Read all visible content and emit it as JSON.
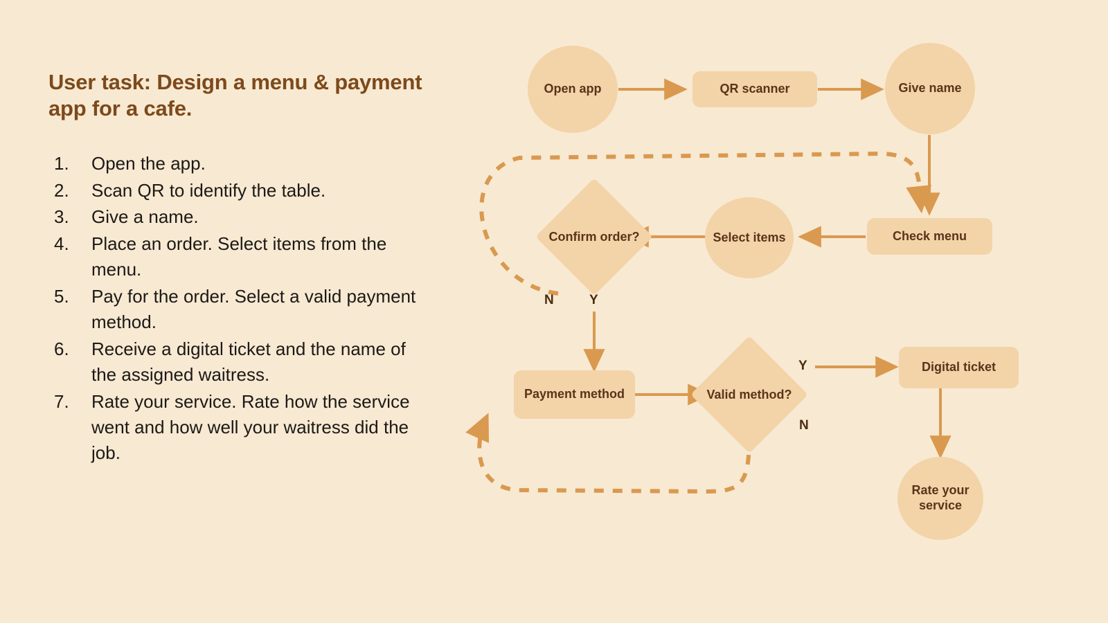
{
  "theme": {
    "background": "#f8e9d2",
    "node_fill": "#f3d3a8",
    "connector": "#d9994f",
    "title_color": "#7c4a1c",
    "node_text_color": "#59341a",
    "body_text_color": "#1c1917"
  },
  "left_panel": {
    "title": "User task: Design a menu & payment app for a cafe.",
    "steps": [
      "Open the app.",
      "Scan QR to identify the table.",
      "Give a name.",
      "Place an order. Select items from the menu.",
      "Pay for the order. Select a valid payment method.",
      "Receive a digital ticket and the name of the assigned waitress.",
      "Rate your service. Rate how the service went and how well your waitress did the job."
    ]
  },
  "flowchart": {
    "type": "flowchart",
    "nodes": [
      {
        "id": "open-app",
        "label": "Open app",
        "shape": "circle"
      },
      {
        "id": "qr-scanner",
        "label": "QR scanner",
        "shape": "rect"
      },
      {
        "id": "give-name",
        "label": "Give name",
        "shape": "circle"
      },
      {
        "id": "check-menu",
        "label": "Check menu",
        "shape": "rect"
      },
      {
        "id": "select-items",
        "label": "Select items",
        "shape": "circle"
      },
      {
        "id": "confirm-order",
        "label": "Confirm order?",
        "shape": "diamond"
      },
      {
        "id": "payment-method",
        "label": "Payment method",
        "shape": "rect"
      },
      {
        "id": "valid-method",
        "label": "Valid method?",
        "shape": "diamond"
      },
      {
        "id": "digital-ticket",
        "label": "Digital ticket",
        "shape": "rect"
      },
      {
        "id": "rate-service",
        "label": "Rate your service",
        "shape": "circle"
      }
    ],
    "edges": [
      {
        "from": "open-app",
        "to": "qr-scanner",
        "style": "solid",
        "label": ""
      },
      {
        "from": "qr-scanner",
        "to": "give-name",
        "style": "solid",
        "label": ""
      },
      {
        "from": "give-name",
        "to": "check-menu",
        "style": "solid",
        "label": ""
      },
      {
        "from": "check-menu",
        "to": "select-items",
        "style": "solid",
        "label": ""
      },
      {
        "from": "select-items",
        "to": "confirm-order",
        "style": "solid",
        "label": ""
      },
      {
        "from": "confirm-order",
        "to": "payment-method",
        "style": "solid",
        "label": "Y"
      },
      {
        "from": "confirm-order",
        "to": "check-menu",
        "style": "dashed",
        "label": "N"
      },
      {
        "from": "payment-method",
        "to": "valid-method",
        "style": "solid",
        "label": ""
      },
      {
        "from": "valid-method",
        "to": "digital-ticket",
        "style": "solid",
        "label": "Y"
      },
      {
        "from": "valid-method",
        "to": "payment-method",
        "style": "dashed",
        "label": "N"
      },
      {
        "from": "digital-ticket",
        "to": "rate-service",
        "style": "solid",
        "label": ""
      }
    ],
    "branch_labels": {
      "confirm_no": "N",
      "confirm_yes": "Y",
      "valid_yes": "Y",
      "valid_no": "N"
    }
  }
}
